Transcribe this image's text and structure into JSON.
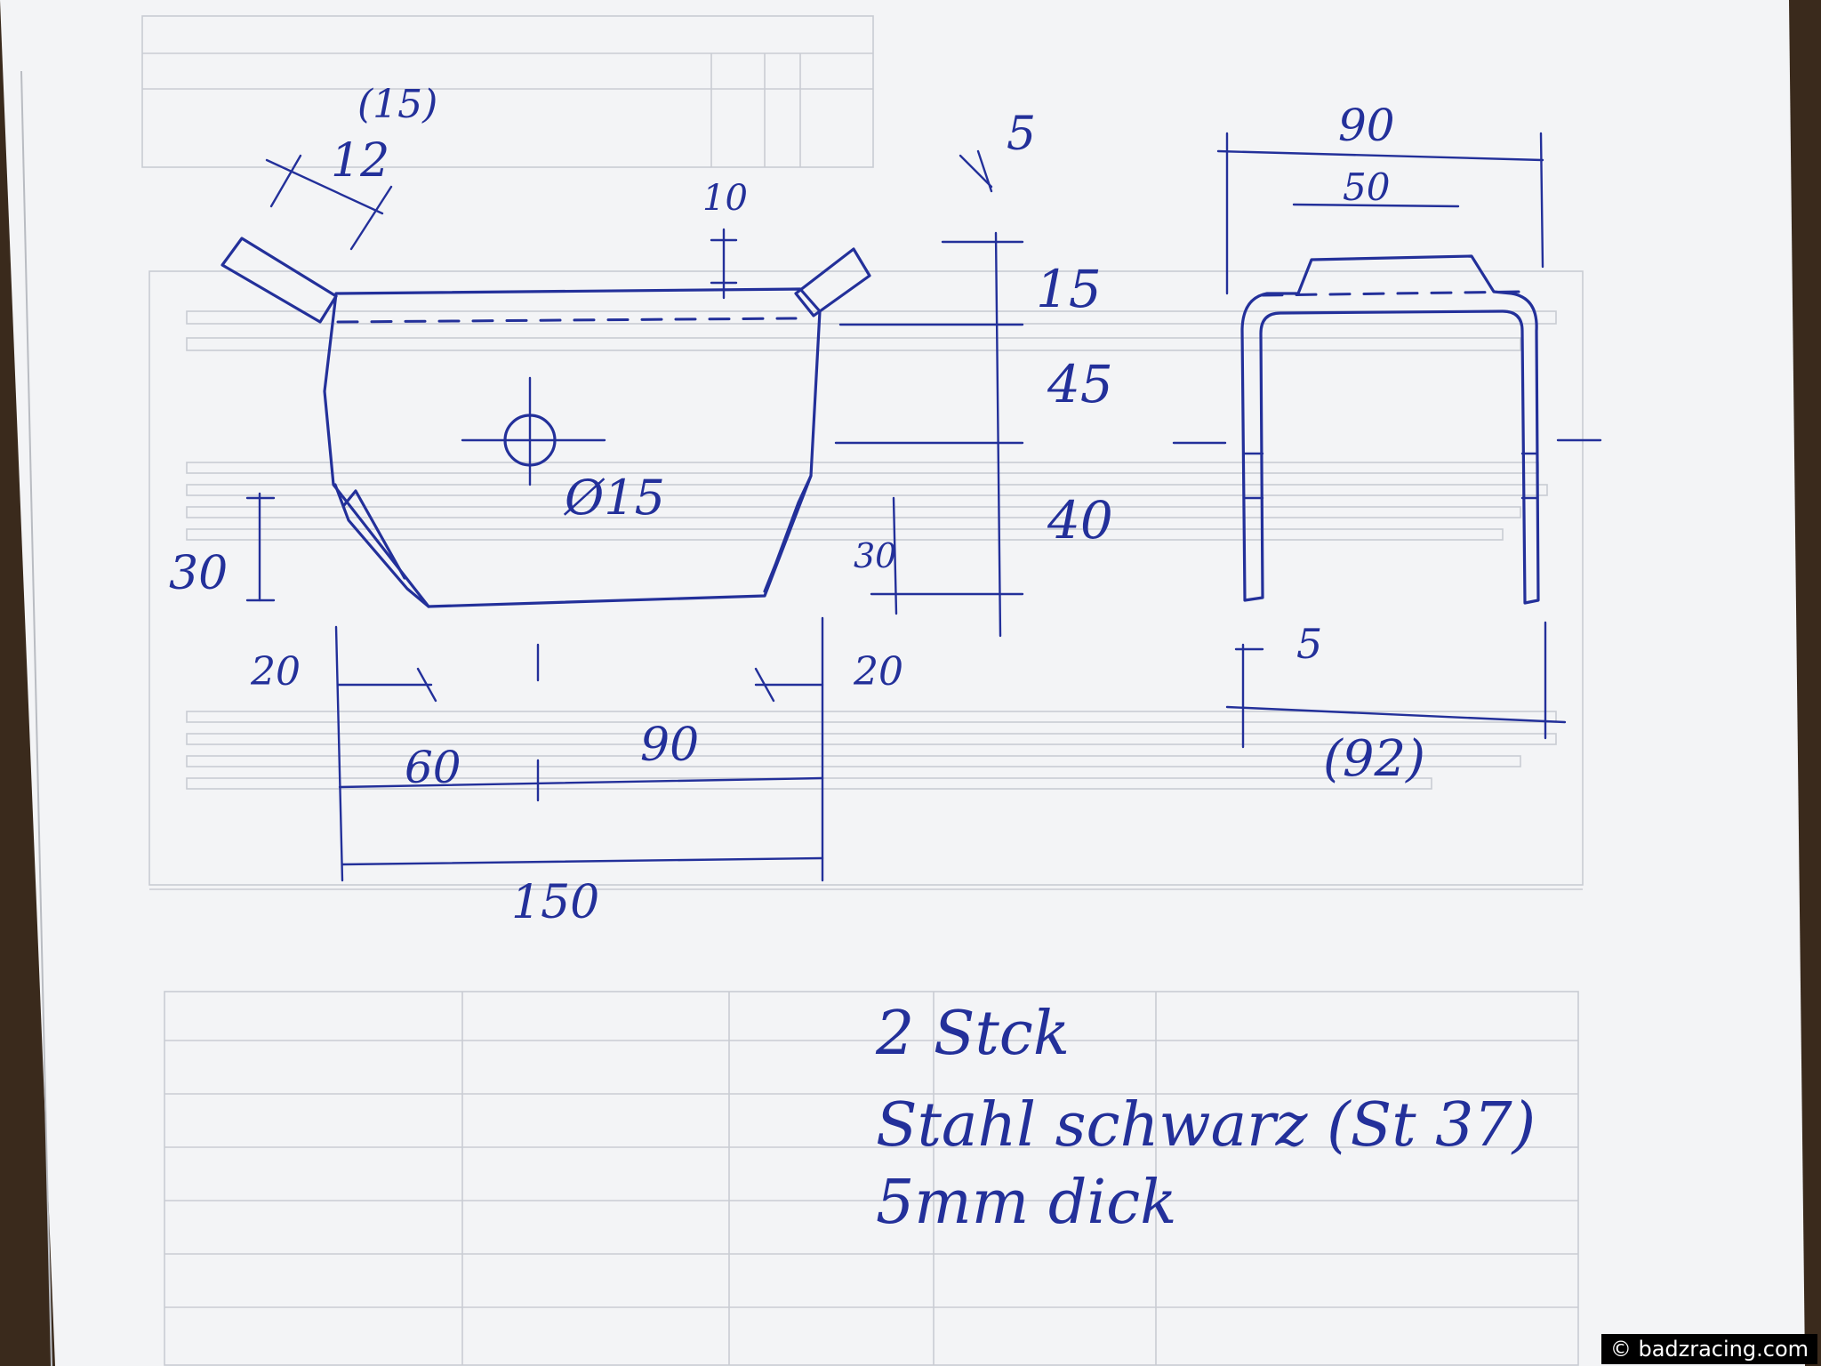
{
  "labels": {
    "angle_fold_note": "(15)",
    "tab_width": "12",
    "tab_height": "10",
    "hole_diameter": "Ø15",
    "chamfer_left": "30",
    "width_20_left": "20",
    "width_60": "60",
    "width_90": "90",
    "width_20_right": "20",
    "width_150": "150",
    "height_5_top": "5",
    "height_15": "15",
    "height_45": "45",
    "height_40": "40",
    "height_30": "30",
    "side_width_90": "90",
    "side_width_50": "50",
    "side_thickness_5": "5",
    "side_width_92": "(92)"
  },
  "notes": {
    "quantity": "2 Stck",
    "material": "Stahl schwarz (St 37)",
    "thickness": "5mm dick"
  },
  "watermark": "© badzracing.com"
}
